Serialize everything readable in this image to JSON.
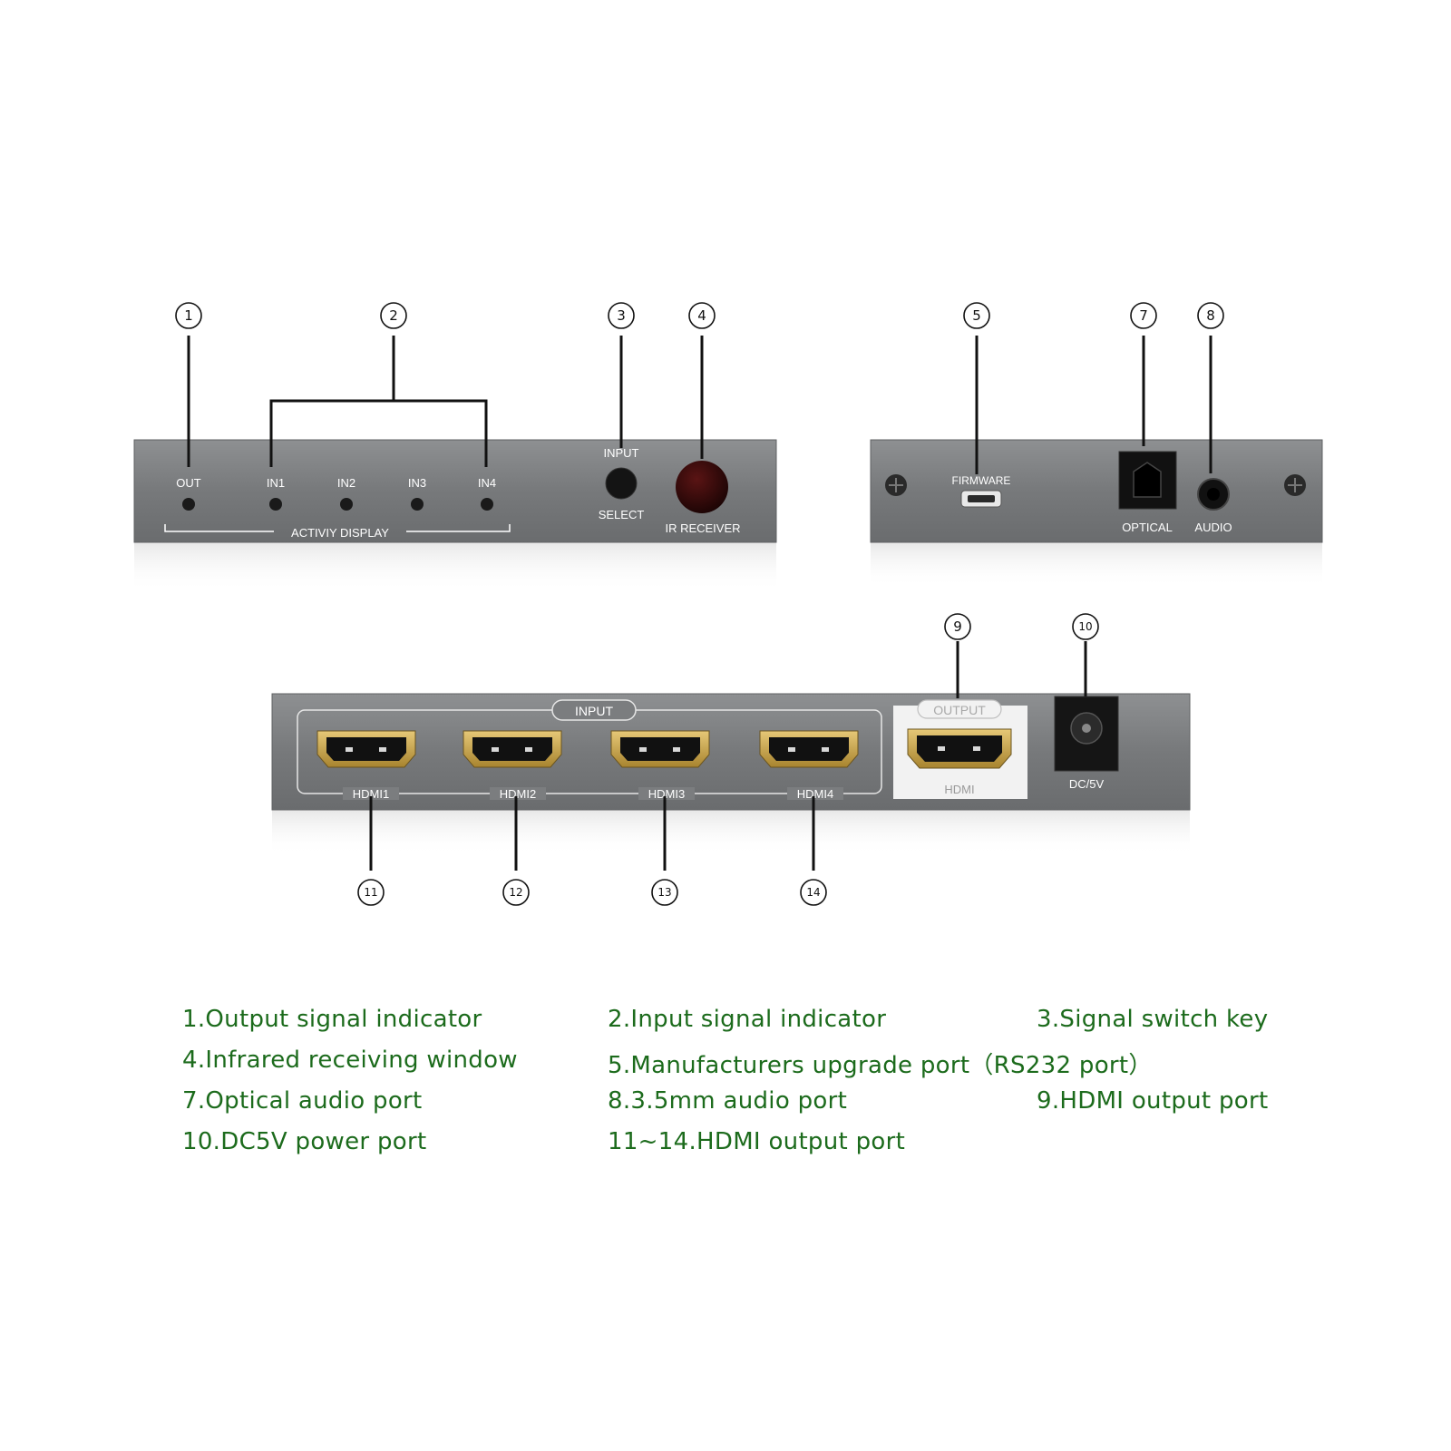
{
  "front_panel": {
    "led_labels": [
      "OUT",
      "IN1",
      "IN2",
      "IN3",
      "IN4"
    ],
    "activity_label": "ACTIVIY DISPLAY",
    "input_label": "INPUT",
    "select_label": "SELECT",
    "ir_label": "IR RECEIVER"
  },
  "side_panel": {
    "firmware_label": "FIRMWARE",
    "optical_label": "OPTICAL",
    "audio_label": "AUDIO"
  },
  "rear_panel": {
    "input_group_label": "INPUT",
    "hdmi_labels": [
      "HDMI1",
      "HDMI2",
      "HDMI3",
      "HDMI4"
    ],
    "output_group_label": "OUTPUT",
    "output_port_label": "HDMI",
    "power_label": "DC/5V"
  },
  "callouts": [
    "1",
    "2",
    "3",
    "4",
    "5",
    "7",
    "8",
    "9",
    "10",
    "11",
    "12",
    "13",
    "14"
  ],
  "legend": [
    "1.Output signal indicator",
    "2.Input signal indicator",
    "3.Signal switch key",
    "4.Infrared receiving window",
    "5.Manufacturers upgrade port（RS232 port）",
    "7.Optical audio port",
    "8.3.5mm audio port",
    "9.HDMI output port",
    "10.DC5V power port",
    "11~14.HDMI output port"
  ],
  "colors": {
    "panel": "#7b7d7f",
    "legend_text": "#1c6b1c",
    "port_gold": "#c9a54a"
  }
}
